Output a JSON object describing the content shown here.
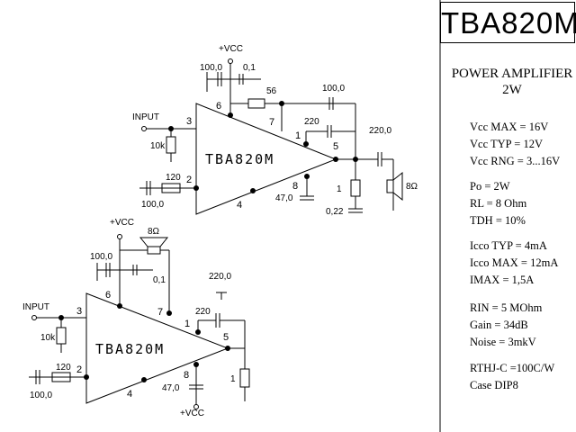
{
  "title": "TBA820M",
  "heading": [
    "POWER AMPLIFIER",
    "2W"
  ],
  "specs": [
    "Vcc MAX = 16V",
    "Vcc TYP = 12V",
    "Vcc RNG = 3...16V",
    "Po = 2W",
    "RL = 8 Ohm",
    "TDH = 10%",
    "Icco TYP = 4mA",
    "Icco MAX = 12mA",
    "IMAX = 1,5A",
    "RIN = 5 MOhm",
    "Gain = 34dB",
    "Noise = 3mkV",
    "RTHJ-C =100C/W",
    "Case DIP8"
  ],
  "circuit_top": {
    "chip": "TBA820M",
    "vcc": "+VCC",
    "input": "INPUT",
    "pins": [
      "6",
      "7",
      "1",
      "5",
      "8",
      "4",
      "3",
      "2"
    ],
    "values": {
      "c_supply": "100,0",
      "c_supply2": "0,1",
      "r_56": "56",
      "c_boot": "100,0",
      "c_220": "220",
      "c_out": "220,0",
      "r_in": "10k",
      "r_fb": "120",
      "c_fb": "100,0",
      "c_47": "47,0",
      "r_1": "1",
      "c_022": "0,22",
      "speaker": "8Ω"
    }
  },
  "circuit_bottom": {
    "chip": "TBA820M",
    "vcc_top": "+VCC",
    "vcc_bottom": "+VCC",
    "input": "INPUT",
    "pins": [
      "6",
      "7",
      "1",
      "5",
      "8",
      "4",
      "3",
      "2"
    ],
    "values": {
      "speaker": "8Ω",
      "c_supply": "100,0",
      "c_supply2": "0,1",
      "c_out": "220,0",
      "c_220": "220",
      "r_in": "10k",
      "r_fb": "120",
      "c_fb": "100,0",
      "c_47": "47,0",
      "r_1": "1"
    }
  }
}
